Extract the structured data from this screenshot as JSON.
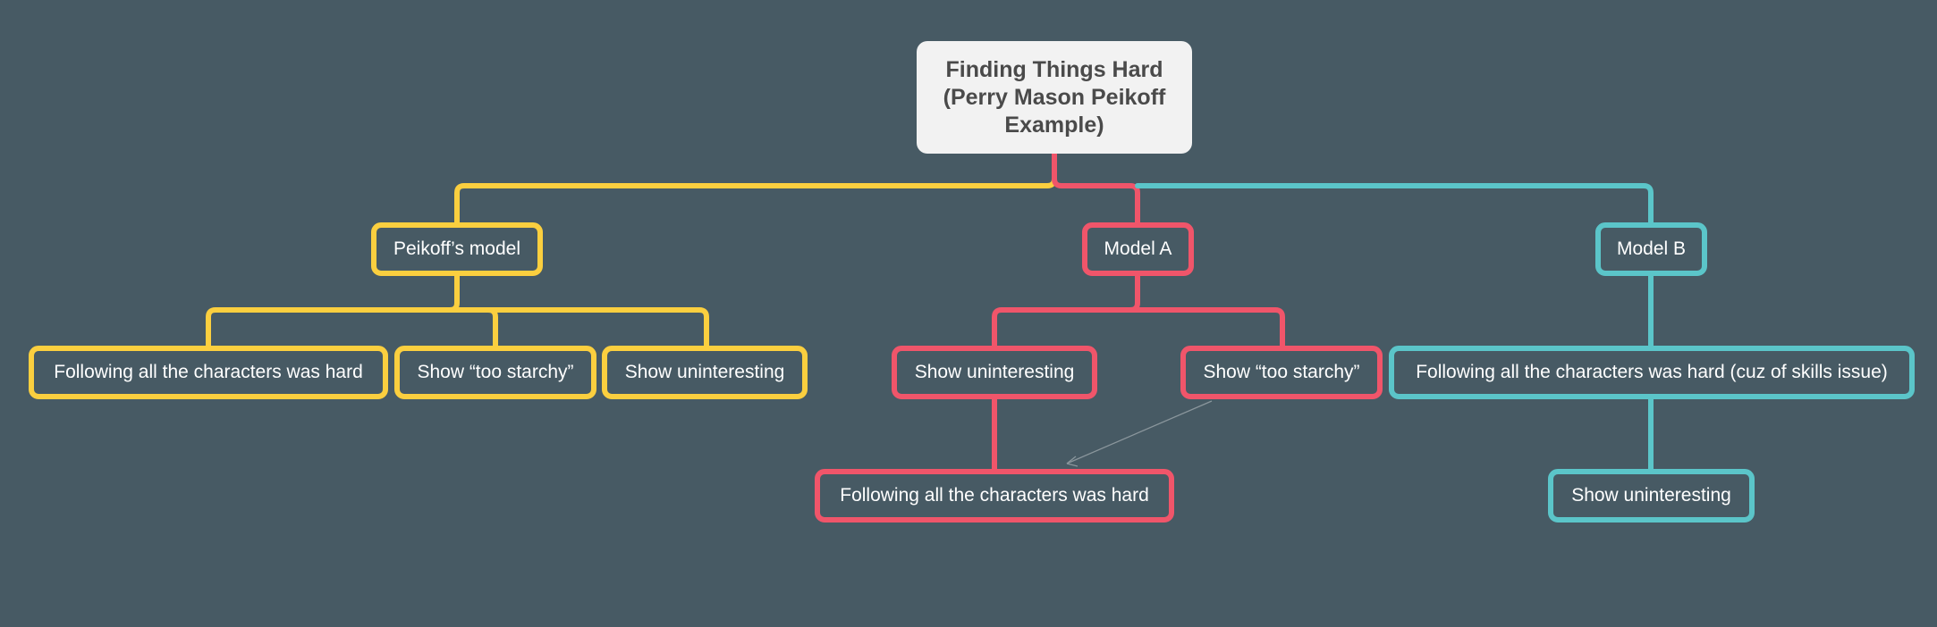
{
  "colors": {
    "background": "#475a64",
    "root_fill": "#f2f2f2",
    "branch_yellow": "#fbcf3f",
    "branch_red": "#f0556a",
    "branch_cyan": "#5bc5c9",
    "relation_line": "#8a969c"
  },
  "root": {
    "title_lines": [
      "Finding Things Hard",
      "(Perry Mason Peikoff",
      "Example)"
    ]
  },
  "branches": {
    "peikoff": {
      "label": "Peikoff’s model",
      "children": [
        "Following all the characters was hard",
        "Show “too starchy”",
        "Show uninteresting"
      ]
    },
    "model_a": {
      "label": "Model A",
      "children": [
        "Show uninteresting",
        "Show “too starchy”"
      ],
      "grandchild": "Following all the characters was hard"
    },
    "model_b": {
      "label": "Model B",
      "child": "Following all the characters was hard (cuz of skills issue)",
      "grandchild": "Show uninteresting"
    }
  }
}
